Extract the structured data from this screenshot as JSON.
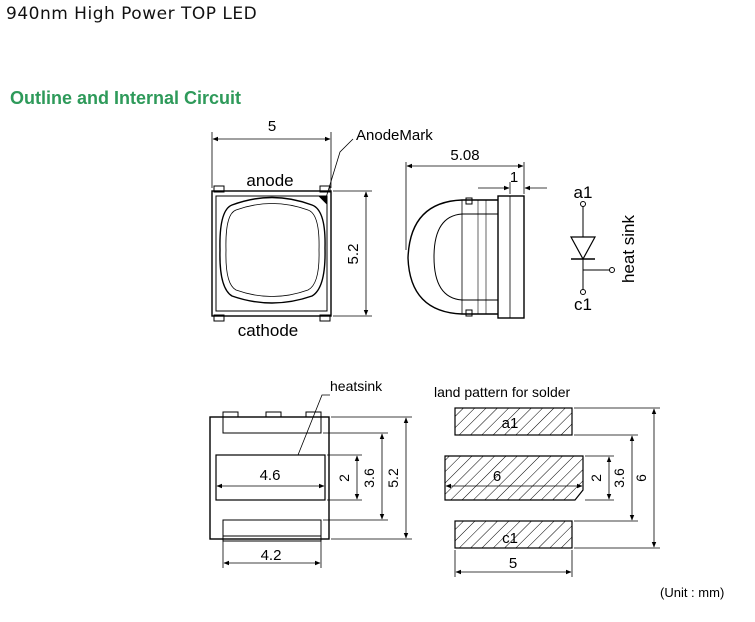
{
  "header": {
    "title": "940nm High Power TOP LED",
    "section": "Outline and Internal Circuit"
  },
  "top_view": {
    "width_dim": "5",
    "height_dim": "5.2",
    "anode_label": "anode",
    "cathode_label": "cathode",
    "anode_mark_label": "AnodeMark"
  },
  "side_view": {
    "depth_dim": "5.08",
    "lead_dim": "1"
  },
  "circuit": {
    "a_label": "a1",
    "c_label": "c1",
    "heat_sink_label": "heat sink"
  },
  "bottom_view": {
    "heatsink_label": "heatsink",
    "pad_width_dim": "4.6",
    "lead_width_dim": "4.2",
    "dim_2": "2",
    "dim_3_6": "3.6",
    "dim_5_2": "5.2"
  },
  "land_pattern": {
    "title": "land pattern for solder",
    "a_pad_label": "a1",
    "center_pad_label": "6",
    "c_pad_label": "c1",
    "width_dim": "5",
    "dim_2": "2",
    "dim_3_6": "3.6",
    "dim_6": "6"
  },
  "footer": {
    "unit_label": "(Unit : mm)"
  }
}
